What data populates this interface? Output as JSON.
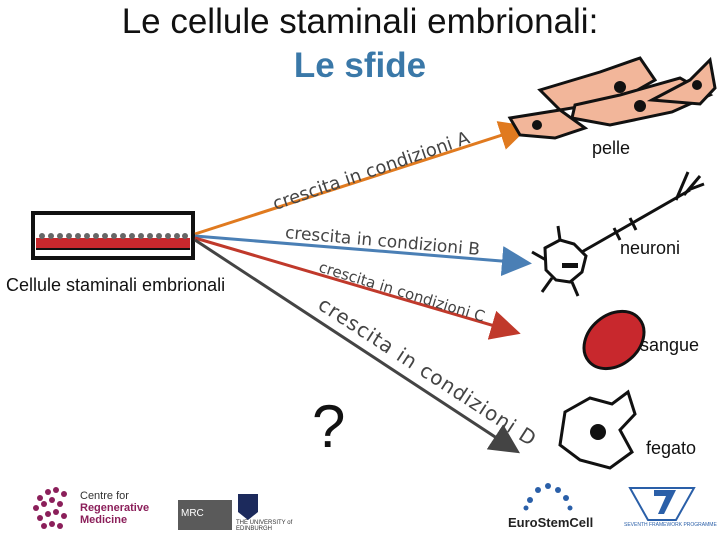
{
  "title": {
    "line1": "Le cellule staminali embrionali:",
    "line2": "Le sfide"
  },
  "source_label": "Cellule staminali embrionali",
  "paths": [
    {
      "label": "crescita in condizioni A",
      "color": "#e07a1f",
      "target": "pelle"
    },
    {
      "label": "crescita in condizioni B",
      "color": "#4a7fb5",
      "target": "neuroni"
    },
    {
      "label": "crescita in condizioni C",
      "color": "#c0392b",
      "target": "sangue"
    },
    {
      "label": "crescita in condizioni D",
      "color": "#444444",
      "target": "fegato"
    }
  ],
  "targets": {
    "skin": "pelle",
    "neurons": "neuroni",
    "blood": "sangue",
    "liver": "fegato"
  },
  "question_mark": "?",
  "logos": {
    "crm_line1": "Centre for",
    "crm_line2": "Regenerative",
    "crm_line3": "Medicine",
    "mrc": "MRC",
    "uoe": "THE UNIVERSITY of EDINBURGH",
    "eurostemcell": "EuroStemCell",
    "fp7": "SEVENTH FRAMEWORK PROGRAMME"
  },
  "colors": {
    "title_accent": "#3a78a8",
    "arrow_A": "#e07a1f",
    "arrow_B": "#4a7fb5",
    "arrow_C": "#c0392b",
    "arrow_D": "#444444",
    "blood_cell": "#c8282d",
    "skin_cell": "#f2b69a",
    "dish_red": "#c8282d"
  }
}
